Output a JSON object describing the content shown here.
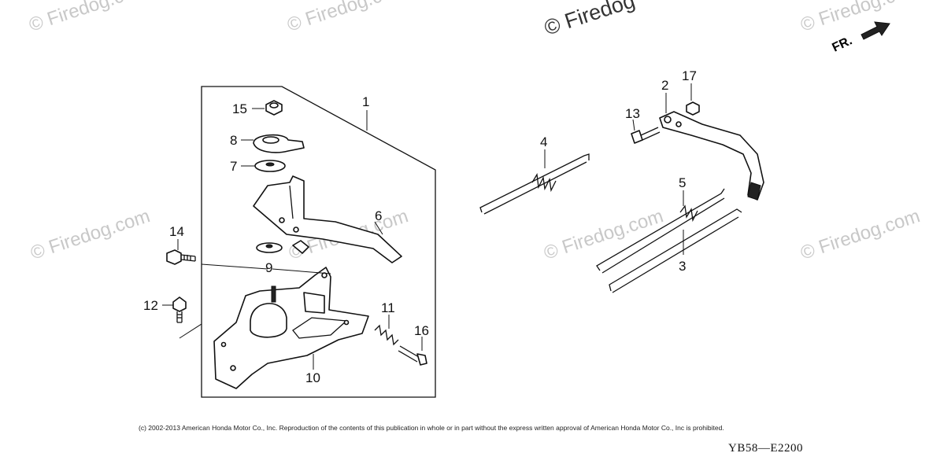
{
  "watermarks": {
    "site": "© Firedog.com",
    "main": "© Firedog"
  },
  "direction_label": "FR.",
  "callouts": {
    "c1": "1",
    "c2": "2",
    "c3": "3",
    "c4": "4",
    "c5": "5",
    "c6": "6",
    "c7": "7",
    "c8": "8",
    "c9": "9",
    "c10": "10",
    "c11": "11",
    "c12": "12",
    "c13": "13",
    "c14": "14",
    "c15": "15",
    "c16": "16",
    "c17": "17"
  },
  "footer": {
    "copyright": "(c) 2002-2013 American Honda Motor Co., Inc. Reproduction of the contents of this publication in whole or in part without the express written approval of American Honda Motor Co., Inc is prohibited.",
    "diagram_code": "YB58—E2200"
  }
}
